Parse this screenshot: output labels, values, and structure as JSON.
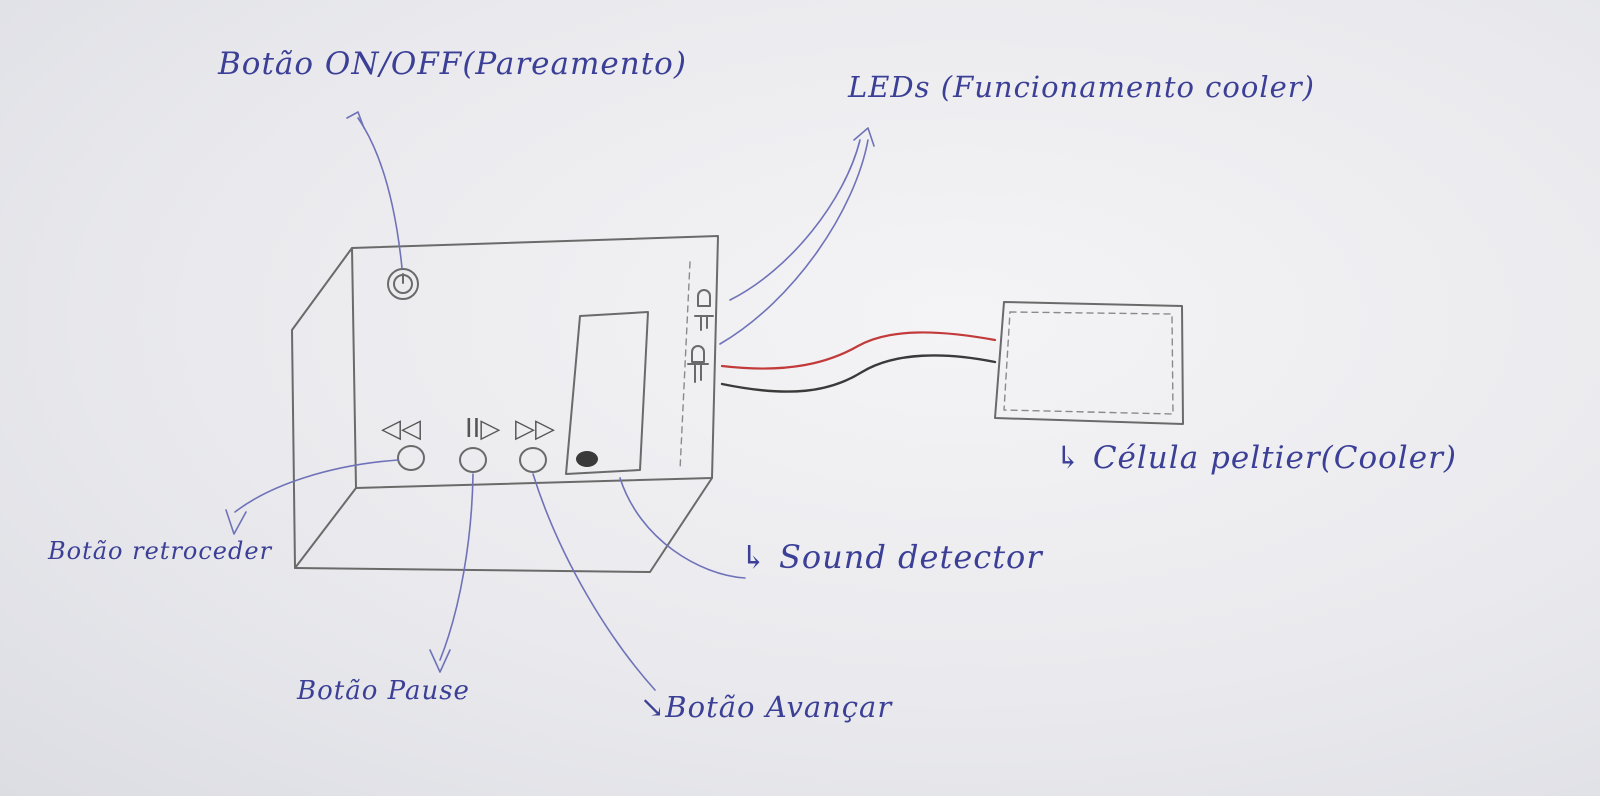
{
  "labels": {
    "onoff": "Botão ON/OFF(Pareamento)",
    "leds": "LEDs (Funcionamento cooler)",
    "peltier": "↳ Célula peltier(Cooler)",
    "sound": "↳ Sound detector",
    "retroceder": "Botão retroceder",
    "pause": "Botão Pause",
    "avancar": "↘Botão Avançar"
  },
  "button_symbols": {
    "rewind": "◁◁",
    "play_pause": "II▷",
    "forward": "▷▷"
  },
  "colors": {
    "ink": "#3b3f96",
    "pencil": "#6a6a6a",
    "wire_red": "#c23a3a",
    "wire_black": "#3a3a3a"
  }
}
